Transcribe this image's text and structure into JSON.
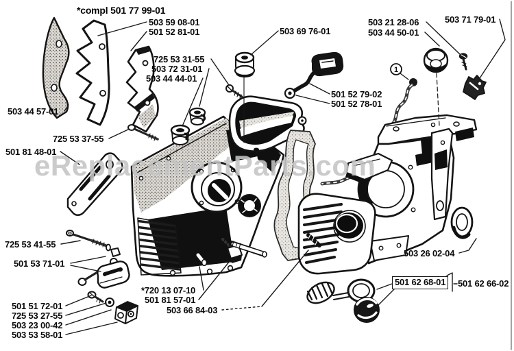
{
  "diagram": {
    "title": "*compl 501 77 99-01",
    "watermark": "eReplacementParts.com",
    "callout_1": "1"
  },
  "labels": [
    "503 59 08-01",
    "501 52 81-01",
    "503 69 76-01",
    "503 21 28-06",
    "503 44 50-01",
    "503 71 79-01",
    "725 53 31-55",
    "503 72 31-01",
    "503 44 44-01",
    "501 52 79-02",
    "501 52 78-01",
    "503 44 57-01",
    "725 53 37-55",
    "501 81 48-01",
    "725 53 41-55",
    "501 53 71-01",
    "503 26 02-04",
    "*720 13 07-10",
    "501 81 57-01",
    "503 66 84-03",
    "501 51 72-01",
    "725 53 27-55",
    "503 23 00-42",
    "503 53 58-01",
    "501 62 68-01",
    "501 62 66-02"
  ]
}
